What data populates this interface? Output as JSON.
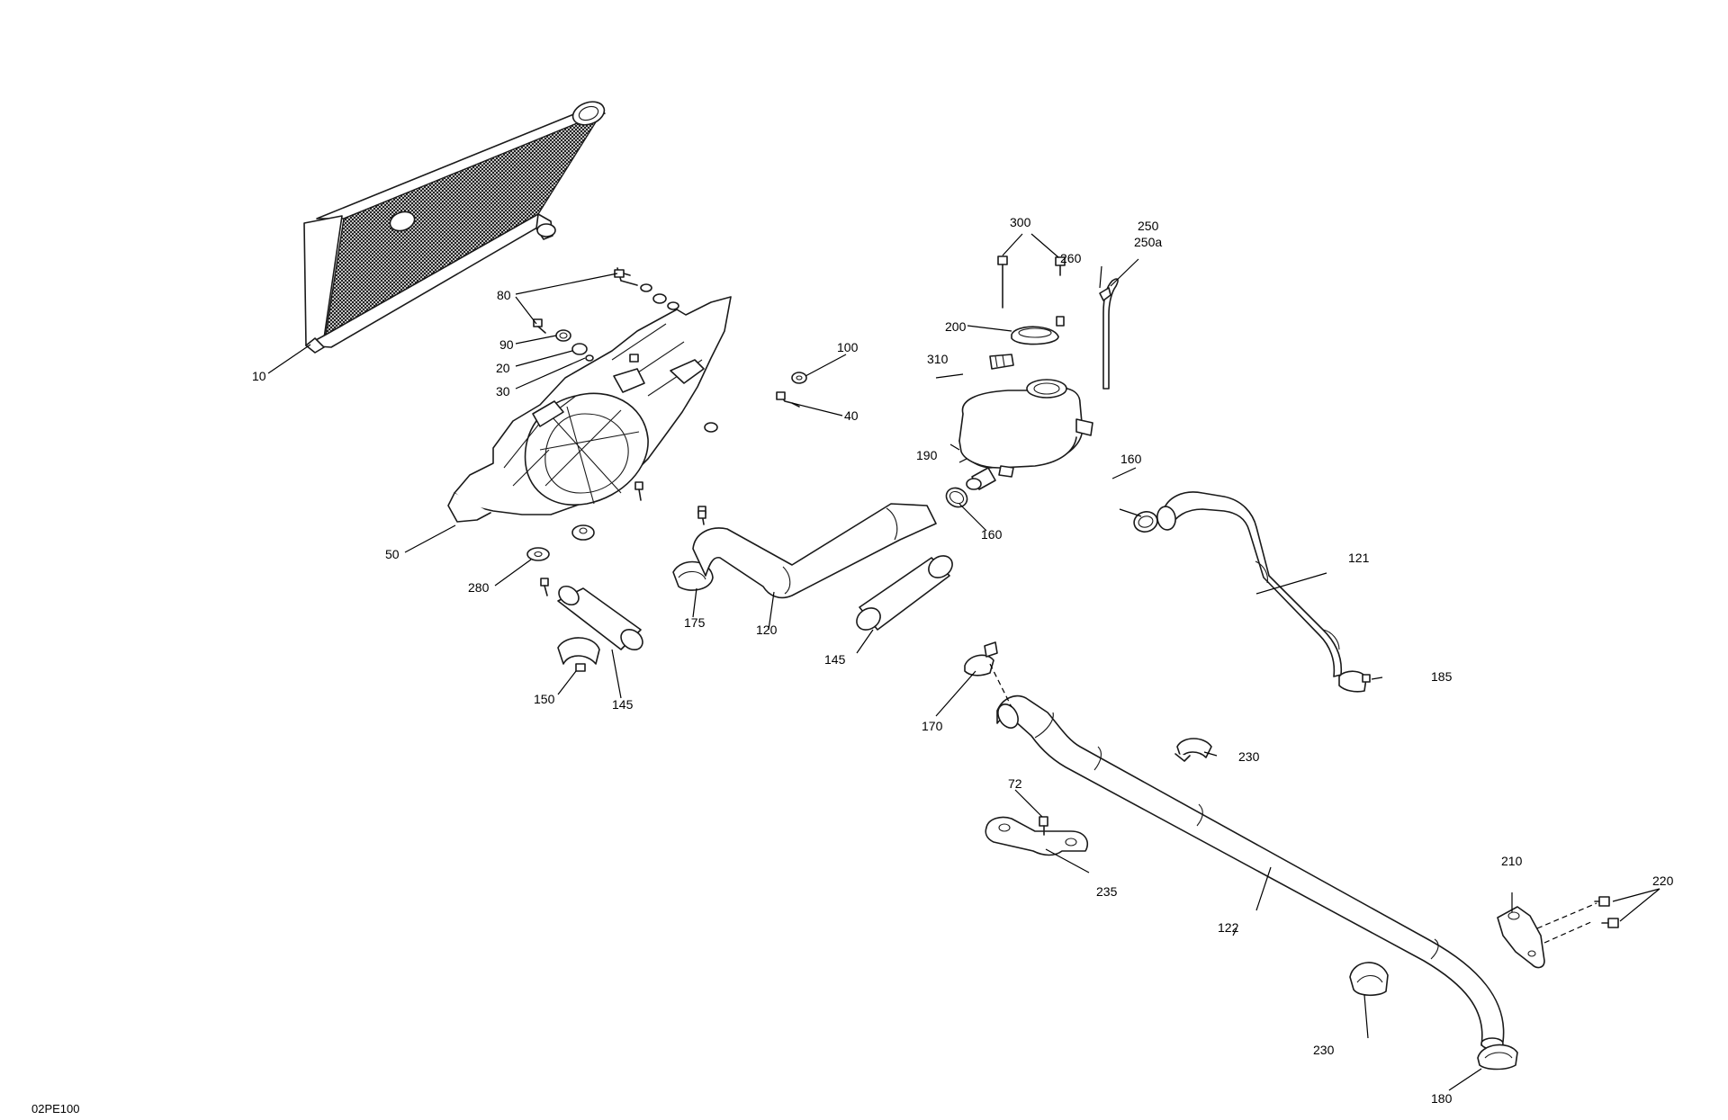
{
  "figure_ref": "02PE100",
  "callouts": {
    "c10": "10",
    "c20": "20",
    "c30": "30",
    "c40": "40",
    "c50": "50",
    "c72": "72",
    "c80": "80",
    "c90": "90",
    "c100": "100",
    "c120": "120",
    "c121": "121",
    "c122": "122",
    "c145a": "145",
    "c145b": "145",
    "c150": "150",
    "c160a": "160",
    "c160b": "160",
    "c170": "170",
    "c175": "175",
    "c180": "180",
    "c185": "185",
    "c190": "190",
    "c200": "200",
    "c210": "210",
    "c220": "220",
    "c230a": "230",
    "c230b": "230",
    "c235": "235",
    "c250": "250",
    "c250a": "250a",
    "c260": "260",
    "c280": "280",
    "c300": "300",
    "c310": "310"
  },
  "colors": {
    "line": "#1a1a1a",
    "core": "#2b2b2b",
    "background": "#ffffff"
  }
}
